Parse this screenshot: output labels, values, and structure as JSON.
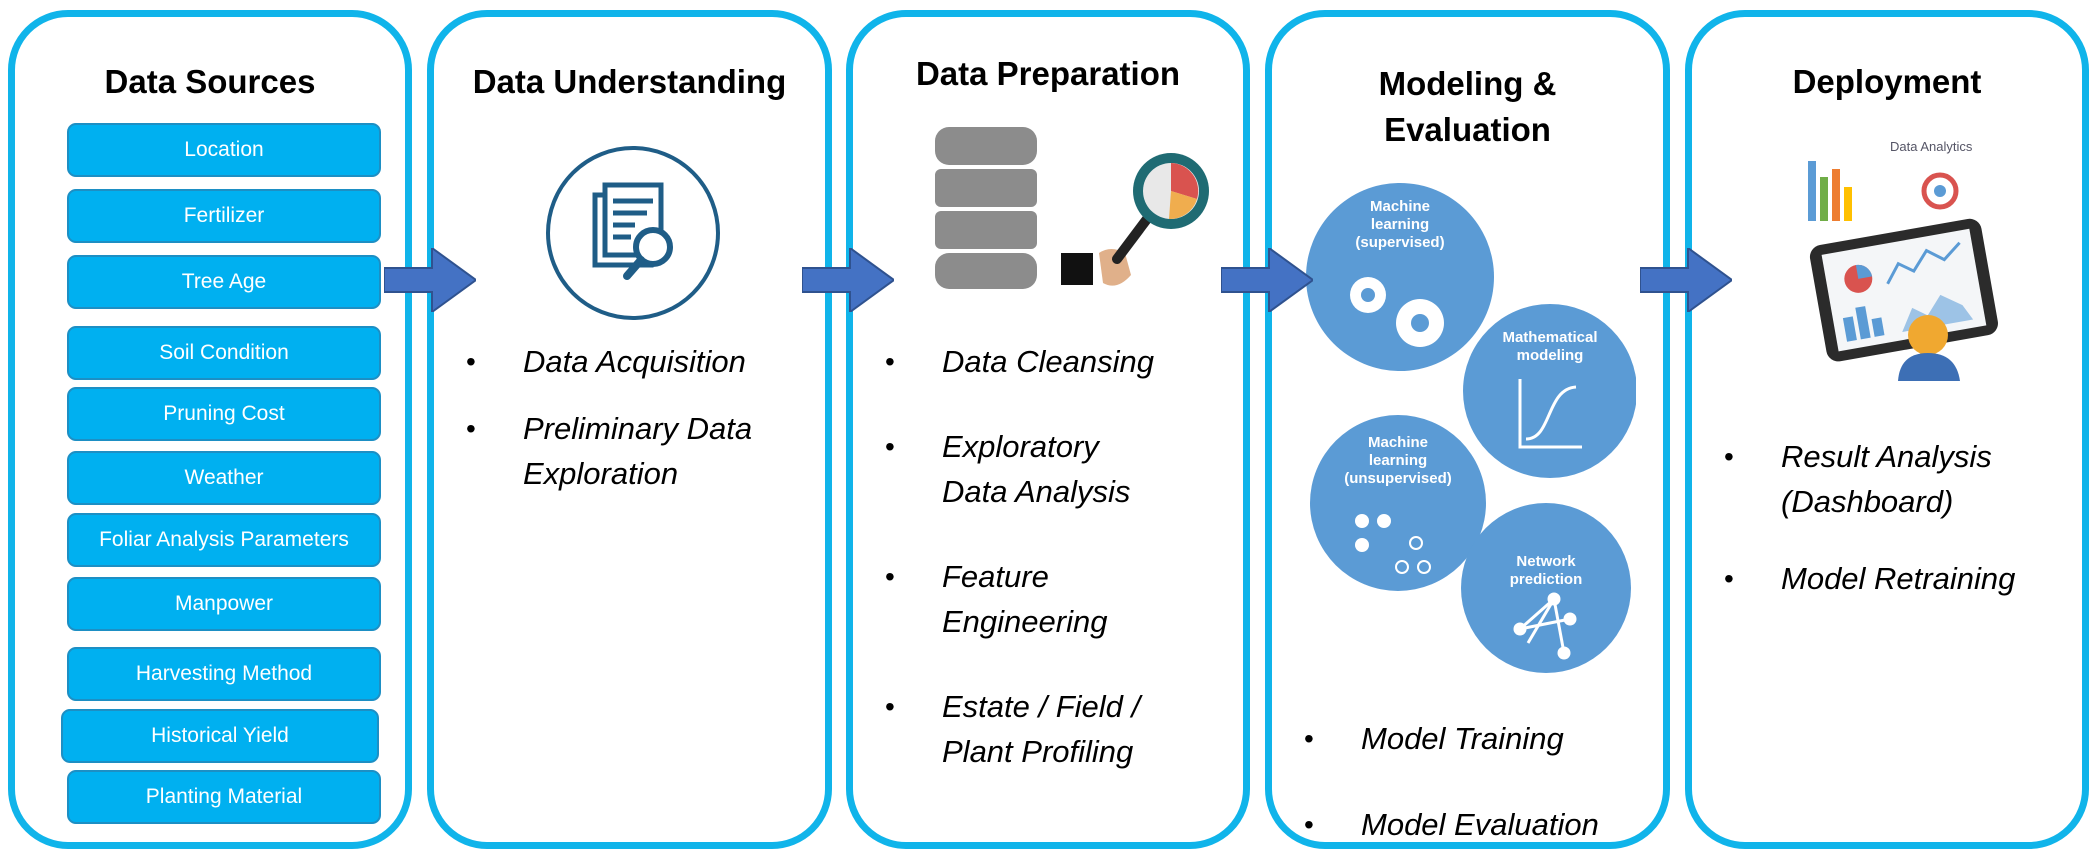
{
  "colors": {
    "border": "#10b4ea",
    "button": "#00b0f0",
    "arrow": "#4472c4",
    "circle": "#5b9bd5"
  },
  "panels": {
    "data_sources": {
      "title": "Data Sources",
      "items": [
        "Location",
        "Fertilizer",
        "Tree Age",
        "Soil Condition",
        "Pruning Cost",
        "Weather",
        "Foliar Analysis Parameters",
        "Manpower",
        "Harvesting Method",
        "Historical Yield",
        "Planting Material"
      ]
    },
    "data_understanding": {
      "title": "Data Understanding",
      "icon": "document-magnifier-icon",
      "bullets": [
        "Data Acquisition",
        "Preliminary Data Exploration"
      ]
    },
    "data_preparation": {
      "title": "Data Preparation",
      "icons": [
        "database-icon",
        "magnifying-glass-chart-icon"
      ],
      "bullets": [
        "Data Cleansing",
        "Exploratory Data Analysis",
        "Feature Engineering",
        "Estate / Field / Plant Profiling"
      ]
    },
    "modeling": {
      "title": "Modeling & Evaluation",
      "circles": [
        {
          "label": "Machine learning (supervised)",
          "icon": "gears-icon"
        },
        {
          "label": "Mathematical modeling",
          "icon": "s-curve-icon"
        },
        {
          "label": "Machine learning (unsupervised)",
          "icon": "clusters-icon"
        },
        {
          "label": "Network prediction",
          "icon": "network-icon"
        }
      ],
      "bullets": [
        "Model Training",
        "Model Evaluation"
      ]
    },
    "deployment": {
      "title": "Deployment",
      "icon": "tablet-dashboard-icon",
      "tablet_caption": "Data Analytics",
      "bullets": [
        "Result Analysis (Dashboard)",
        "Model Retraining"
      ]
    }
  }
}
